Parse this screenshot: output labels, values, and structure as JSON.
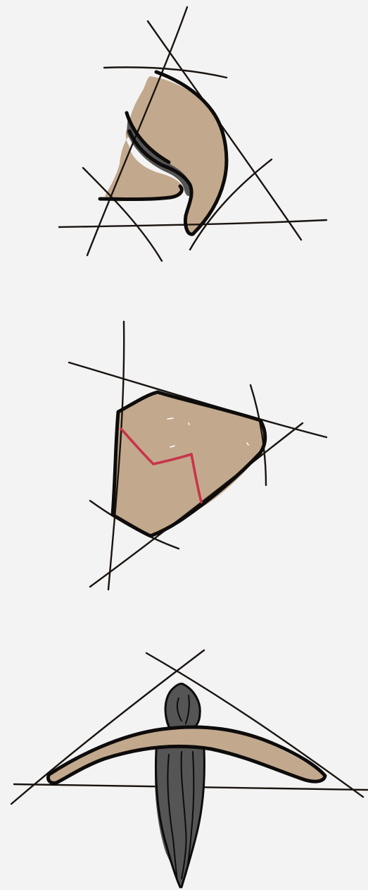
{
  "colors": {
    "background": "#f3f3f3",
    "ink": "#0e0c0b",
    "tan_fill": "#c2a98d",
    "dark_fill": "#555555",
    "red_mark": "#c8344a",
    "highlight": "#ffffff"
  },
  "figures": [
    {
      "name": "figure-1",
      "description_icon": "curved-shape-in-triangle-icon"
    },
    {
      "name": "figure-2",
      "description_icon": "pentagon-in-lines-icon"
    },
    {
      "name": "figure-3",
      "description_icon": "arched-band-with-dark-hair-icon"
    }
  ]
}
